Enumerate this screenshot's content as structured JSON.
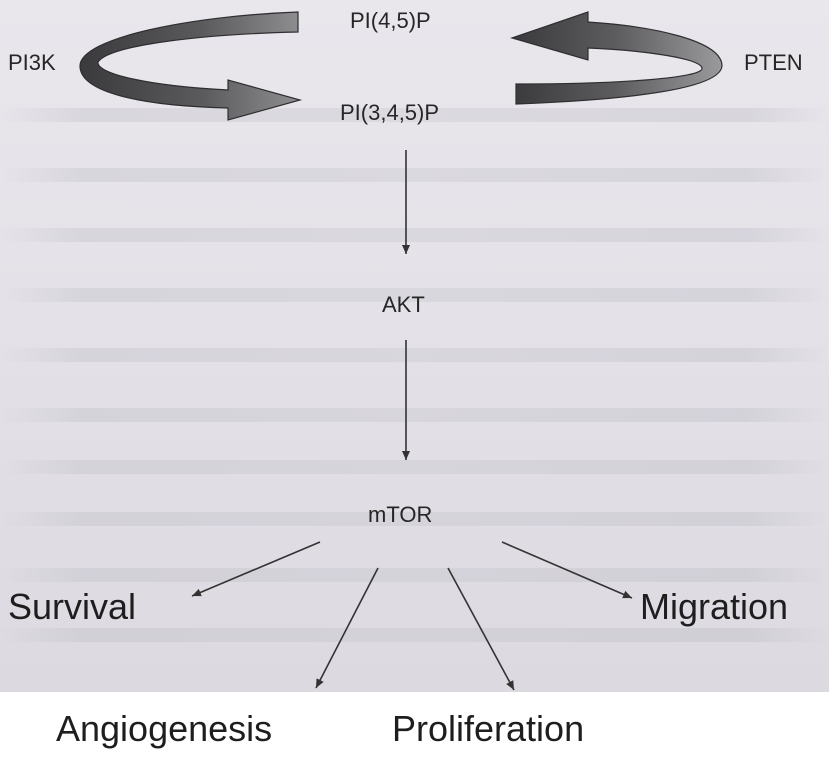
{
  "nodes": {
    "pi45p": "PI(4,5)P",
    "pi345p": "PI(3,4,5)P",
    "akt": "AKT",
    "mtor": "mTOR"
  },
  "enzymes": {
    "pi3k": "PI3K",
    "pten": "PTEN"
  },
  "outcomes": {
    "survival": "Survival",
    "migration": "Migration",
    "angiogenesis": "Angiogenesis",
    "proliferation": "Proliferation"
  },
  "colors": {
    "arrow_dark": "#3a3a3c",
    "arrow_mid": "#6b6b6e",
    "arrow_light": "#9a9a9d",
    "line": "#333333"
  }
}
